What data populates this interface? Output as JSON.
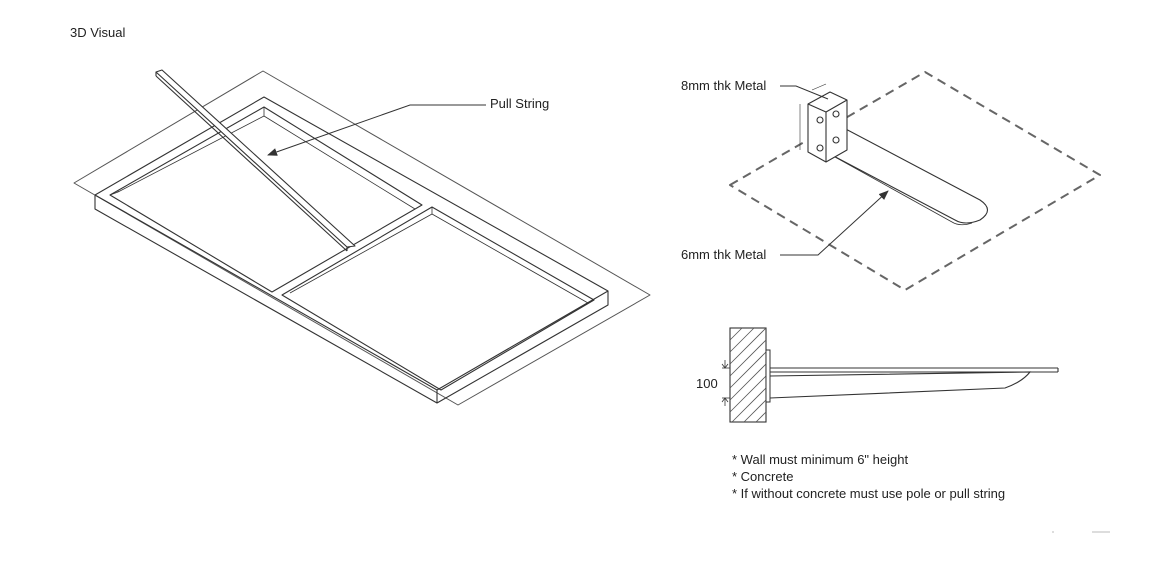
{
  "title": "3D Visual",
  "labels": {
    "pull_string": "Pull String",
    "metal_8mm": "8mm thk Metal",
    "metal_6mm": "6mm thk Metal",
    "dimension_100": "100"
  },
  "notes": [
    "* Wall must minimum 6\" height",
    "* Concrete",
    "* If without concrete must use pole or pull string"
  ],
  "colors": {
    "line": "#333333",
    "hatch": "#555555",
    "background": "#ffffff"
  }
}
